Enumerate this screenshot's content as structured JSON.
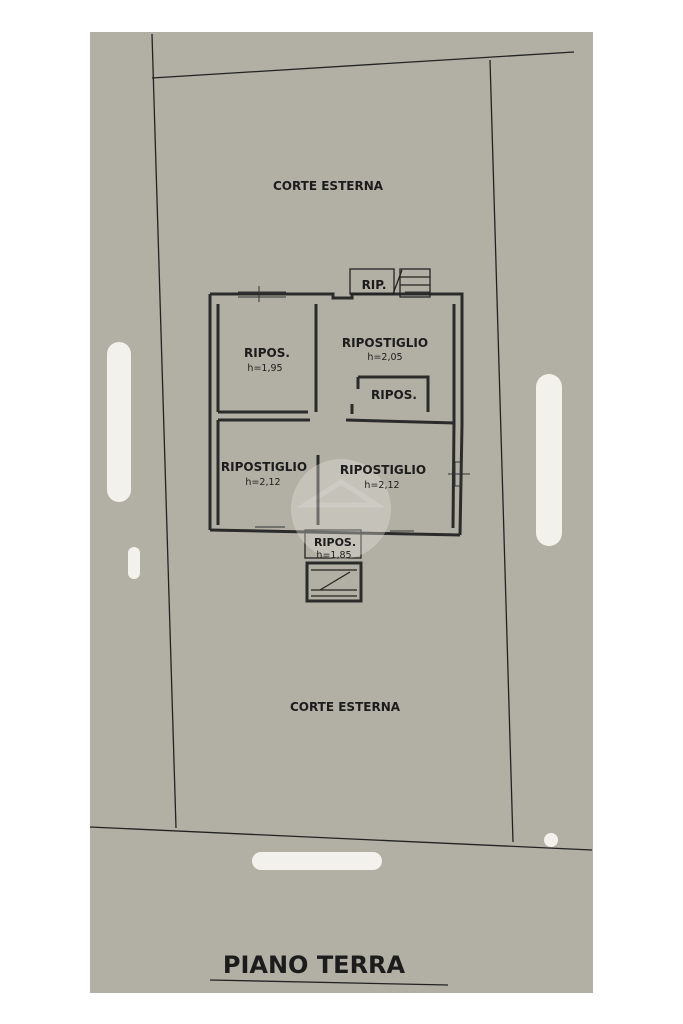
{
  "plan": {
    "courtyard_top_label": "CORTE ESTERNA",
    "courtyard_bottom_label": "CORTE ESTERNA",
    "title": "PIANO TERRA",
    "rooms": [
      {
        "name": "RIP.",
        "height": ""
      },
      {
        "name": "RIPOS.",
        "height": "h=1,95"
      },
      {
        "name": "RIPOSTIGLIO",
        "height": "h=2,05"
      },
      {
        "name": "RIPOS.",
        "height": ""
      },
      {
        "name": "RIPOSTIGLIO",
        "height": "h=2,12"
      },
      {
        "name": "RIPOSTIGLIO",
        "height": "h=2,12"
      },
      {
        "name": "RIPOS.",
        "height": "h=1,85"
      }
    ]
  },
  "colors": {
    "paper": "#b2b0a5",
    "lines": "#222222"
  }
}
